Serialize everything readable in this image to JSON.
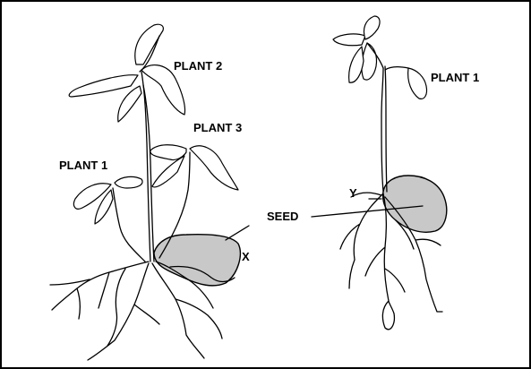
{
  "labels": {
    "left_plant_2": "PLANT 2",
    "left_plant_3": "PLANT 3",
    "left_plant_1": "PLANT 1",
    "right_plant_1": "PLANT 1",
    "seed": "SEED",
    "x": "X",
    "y": "Y"
  },
  "colors": {
    "seed_fill": "#c8c8c8",
    "line": "#000000",
    "background": "#ffffff"
  }
}
